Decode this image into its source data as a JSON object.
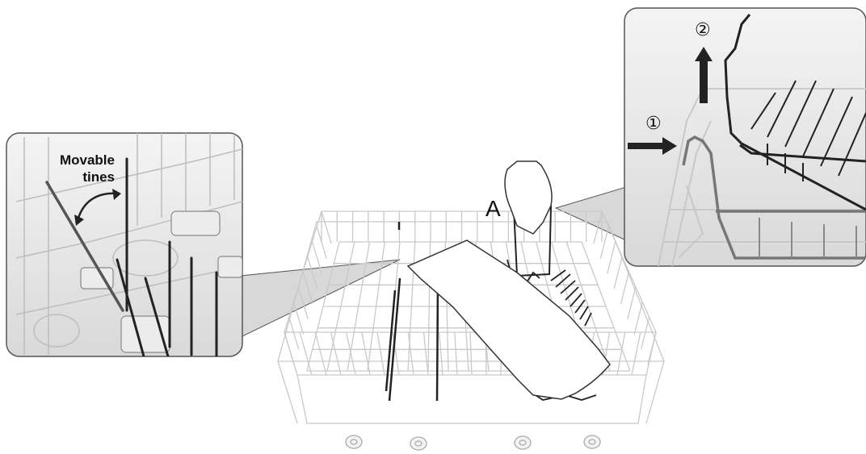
{
  "left_inset": {
    "label_line1": "Movable",
    "label_line2": "tines"
  },
  "main_rack": {
    "part_label": "A"
  },
  "right_inset": {
    "step1": "①",
    "step2": "②"
  }
}
